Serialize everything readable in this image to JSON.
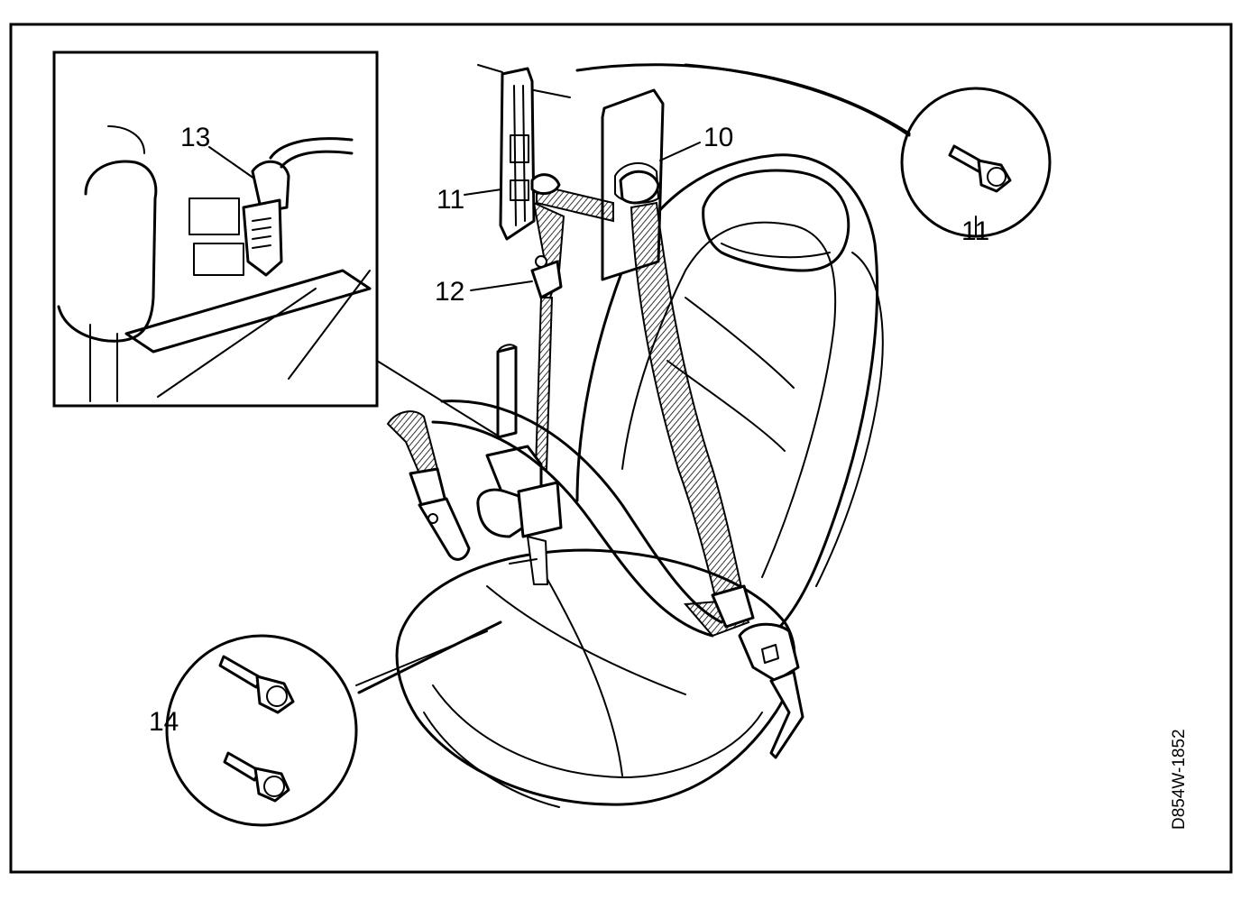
{
  "drawing_code": "D854W-1852",
  "callouts": {
    "c10": "10",
    "c11_top": "11",
    "c11_right": "11",
    "c12": "12",
    "c13": "13",
    "c14": "14"
  }
}
